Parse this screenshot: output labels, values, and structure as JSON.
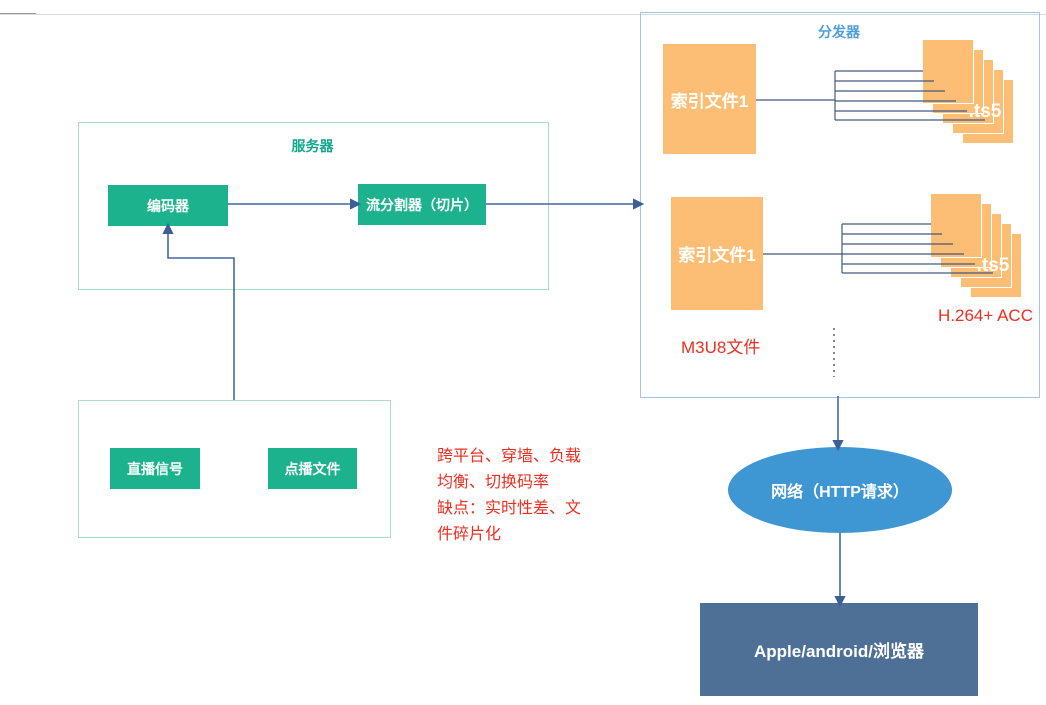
{
  "server": {
    "title": "服务器",
    "encoder_label": "编码器",
    "splitter_label": "流分割器（切片）"
  },
  "sources": {
    "live_label": "直播信号",
    "vod_label": "点播文件"
  },
  "annotation": {
    "lines": [
      "跨平台、穿墙、负载",
      "均衡、切换码率",
      "缺点：实时性差、文",
      "件碎片化"
    ]
  },
  "distributor": {
    "title": "分发器",
    "rows": [
      {
        "index_label": "索引文件1",
        "ts_label": ".ts5"
      },
      {
        "index_label": "索引文件1",
        "ts_label": ".ts5"
      }
    ],
    "m3u8_label": "M3U8文件",
    "codec_label": "H.264+ ACC"
  },
  "network": {
    "label": "网络（HTTP请求）"
  },
  "client": {
    "label": "Apple/android/浏览器"
  },
  "colors": {
    "node_green": "#1cb28e",
    "green_group_border": "#a9dcc9",
    "server_title_teal": "#12a78c",
    "blue_group_border": "#a5c6e3",
    "distributor_title_blue": "#4e9ed9",
    "file_orange": "#fbbe74",
    "annotation_red": "#ee2e20",
    "connector_blue": "#44679f",
    "network_blue": "#3e96d3",
    "client_slate": "#4e7096"
  }
}
